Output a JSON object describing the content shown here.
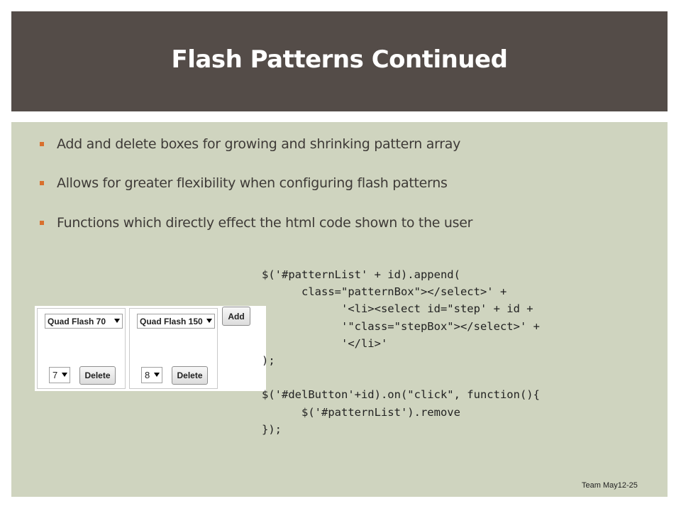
{
  "slide": {
    "title": "Flash Patterns Continued",
    "bullets": [
      "Add and delete boxes for growing and shrinking pattern array",
      "Allows for greater flexibility when configuring flash patterns",
      "Functions which directly effect the html code shown to the user"
    ],
    "footer": "Team  May12-25",
    "colors": {
      "title_bar": "#544c48",
      "content_panel": "#cfd4bf",
      "bullet_mark": "#d9702e"
    }
  },
  "screenshot": {
    "cards": [
      {
        "pattern": "Quad Flash 70",
        "step": "7",
        "delete_label": "Delete"
      },
      {
        "pattern": "Quad Flash 150",
        "step": "8",
        "delete_label": "Delete"
      }
    ],
    "add_label": "Add"
  },
  "code": "$('#patternList' + id).append(\n      class=\"patternBox\"></select>' +\n            '<li><select id=\"step' + id +\n            '\"class=\"stepBox\"></select>' +\n            '</li>'\n);\n\n$('#delButton'+id).on(\"click\", function(){\n      $('#patternList').remove\n});"
}
